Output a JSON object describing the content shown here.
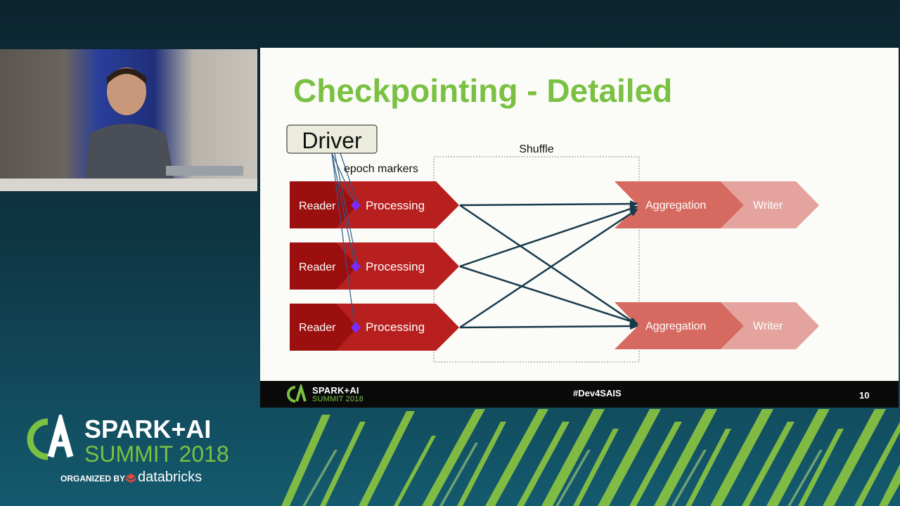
{
  "slide": {
    "title": "Checkpointing - Detailed",
    "driver_label": "Driver",
    "epoch_label": "epoch markers",
    "shuffle_label": "Shuffle",
    "rows": [
      {
        "reader": "Reader",
        "processing": "Processing"
      },
      {
        "reader": "Reader",
        "processing": "Processing"
      },
      {
        "reader": "Reader",
        "processing": "Processing"
      }
    ],
    "sinks": [
      {
        "aggregation": "Aggregation",
        "writer": "Writer"
      },
      {
        "aggregation": "Aggregation",
        "writer": "Writer"
      }
    ]
  },
  "footer": {
    "brand_name": "SPARK+AI",
    "brand_year": "SUMMIT 2018",
    "hashtag": "#Dev4SAIS",
    "page_number": "10"
  },
  "branding": {
    "name": "SPARK+AI",
    "year": "SUMMIT 2018",
    "organized_by": "ORGANIZED BY",
    "company": "databricks"
  },
  "colors": {
    "title_green": "#7ac143",
    "reader_red": "#9b0f0f",
    "processing_red": "#b81f1f",
    "aggregation_red": "#d66a60",
    "writer_pink": "#e4a39d",
    "arrow": "#163a4a",
    "epoch_marker": "#7b2bff"
  },
  "icons": [
    "spark-ai-logo-icon",
    "databricks-logo-icon"
  ]
}
